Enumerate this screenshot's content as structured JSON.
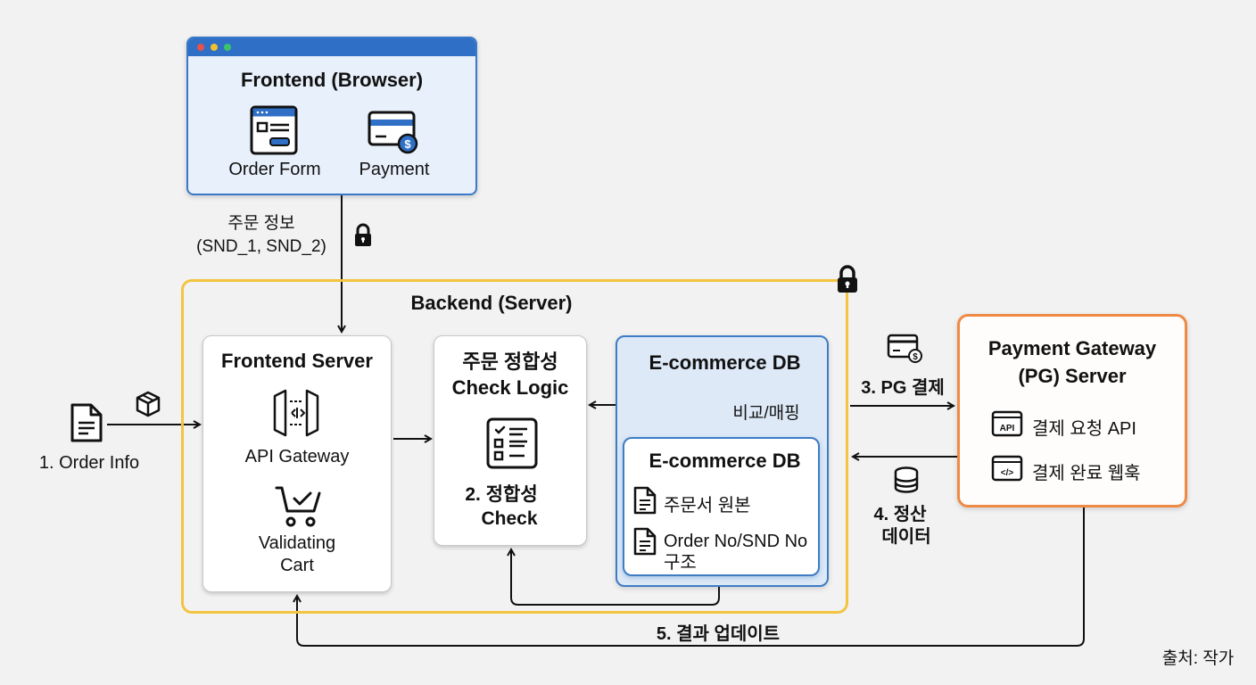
{
  "frontend_browser": {
    "title": "Frontend (Browser)",
    "items": [
      {
        "label": "Order Form",
        "icon": "order-form-icon"
      },
      {
        "label": "Payment",
        "icon": "payment-card-icon"
      }
    ],
    "window_dot_colors": [
      "#e5534b",
      "#f2c12e",
      "#3cc46b"
    ]
  },
  "order_info_label": {
    "line1": "주문 정보",
    "line2": "(SND_1, SND_2)"
  },
  "order_input": {
    "label": "1. Order Info",
    "icon": "document-icon",
    "package_icon": "package-icon"
  },
  "backend": {
    "title": "Backend (Server)",
    "frontend_server": {
      "title": "Frontend Server",
      "api_gateway_label": "API Gateway",
      "cart_label_line1": "Validating",
      "cart_label_line2": "Cart"
    },
    "check_logic": {
      "title_line1": "주문 정합성",
      "title_line2": "Check Logic",
      "step_line1": "2. 정합성",
      "step_line2": "Check"
    },
    "ecommerce_db_outer": {
      "title": "E-commerce DB",
      "mapping_label": "비교/매핑"
    },
    "ecommerce_db_inner": {
      "title": "E-commerce DB",
      "items": [
        {
          "label": "주문서 원본"
        },
        {
          "label_line1": "Order No/SND No",
          "label_line2": "구조"
        }
      ]
    }
  },
  "flows": {
    "pg_payment": "3. PG 결제",
    "settlement_line1": "4. 정산",
    "settlement_line2": "데이터",
    "result_update": "5. 결과 업데이트"
  },
  "pg_server": {
    "title_line1": "Payment Gateway",
    "title_line2": "(PG) Server",
    "items": [
      {
        "label": "결제 요청 API",
        "icon": "api-window-icon"
      },
      {
        "label": "결제 완료 웹훅",
        "icon": "code-window-icon"
      }
    ]
  },
  "source_credit": "출처: 작가",
  "colors": {
    "browser_accent": "#2f6fc6",
    "backend_border": "#f2c440",
    "db_border": "#3e7cc4",
    "pg_border": "#ee8a45"
  }
}
